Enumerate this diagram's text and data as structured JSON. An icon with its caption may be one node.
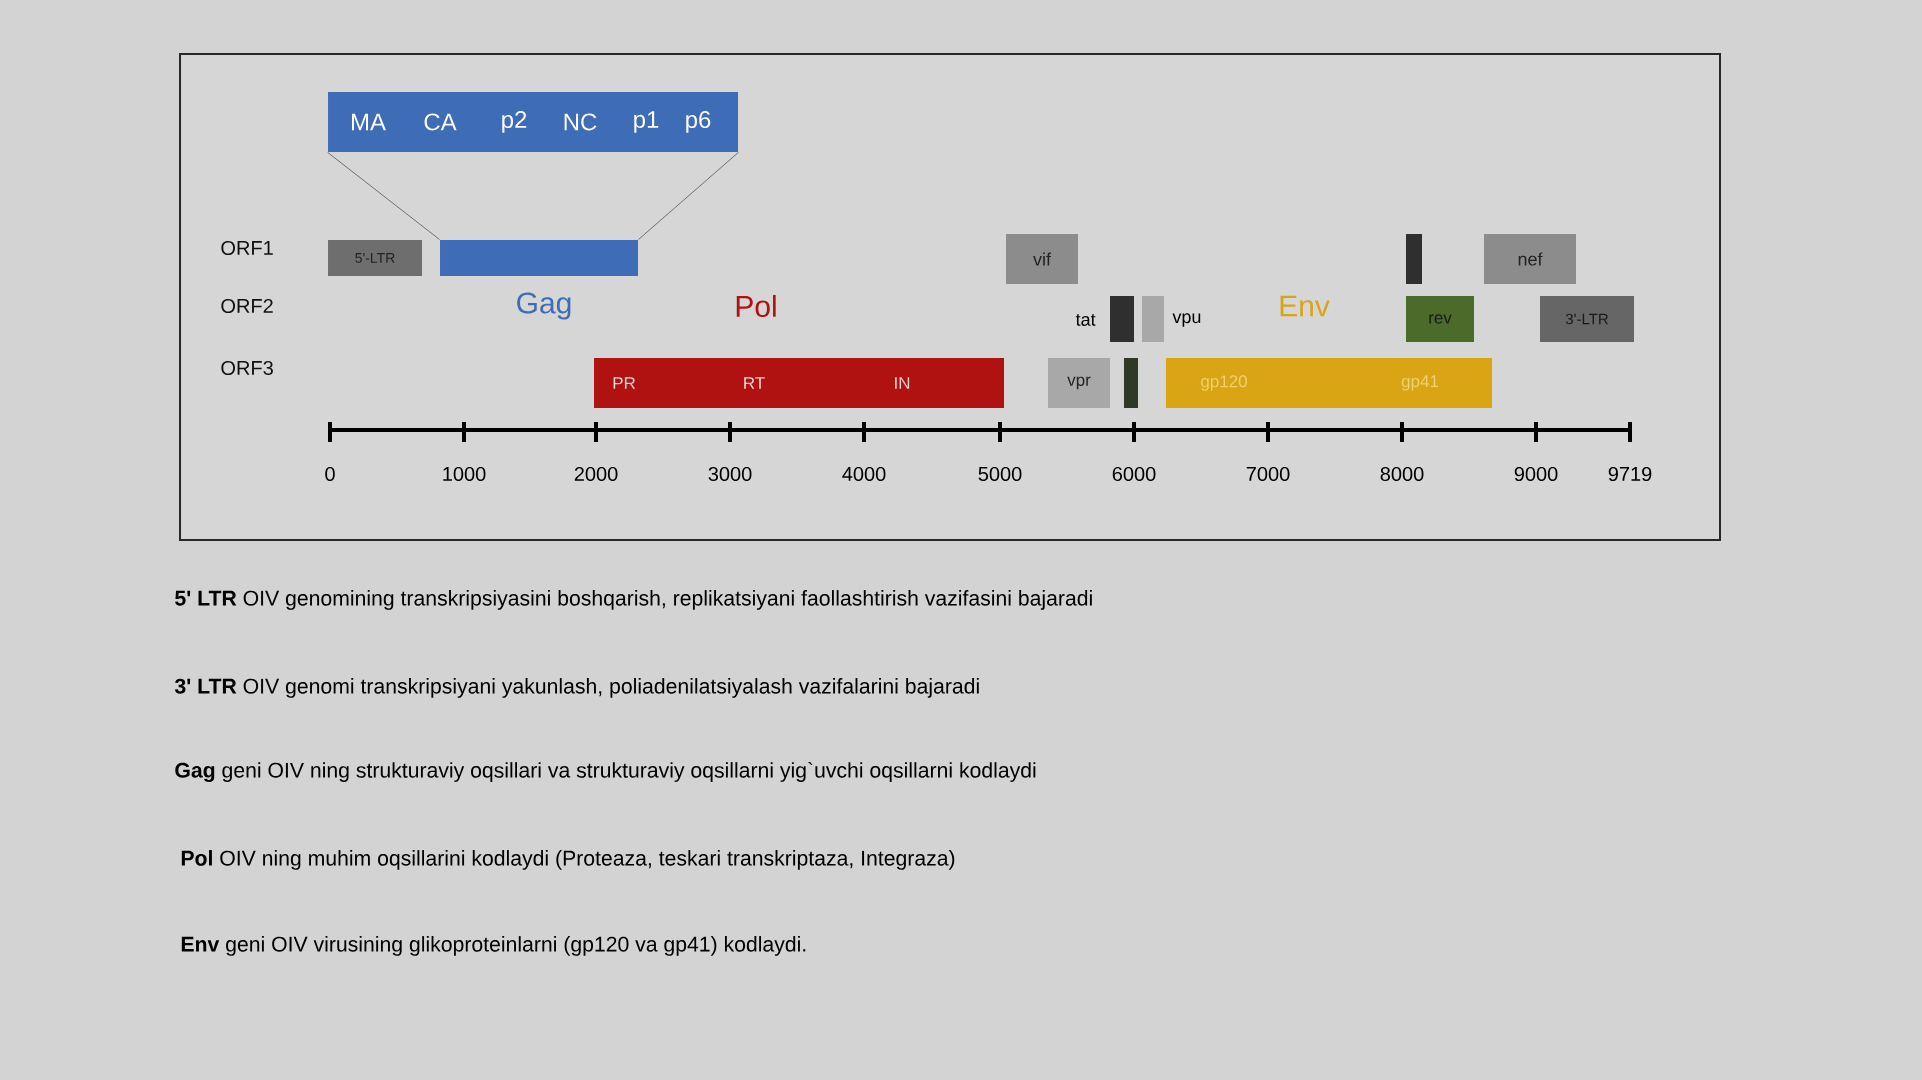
{
  "diagram": {
    "nodes": [
      {
        "text": [
          "MA",
          "CA",
          "p2",
          "NC",
          "p1",
          "p6"
        ]
      },
      {
        "text": [],
        "shape": "bar"
      },
      {
        "text": [
          "5'-LTR"
        ]
      },
      {
        "text": [
          "PR",
          "RT",
          "IN"
        ]
      },
      {
        "text": [
          "vif"
        ]
      },
      {
        "text": [],
        "shape": "bar",
        "beside": [
          "tat"
        ]
      },
      {
        "text": [],
        "shape": "bar",
        "beside": [
          "vpu"
        ]
      },
      {
        "text": [],
        "shape": "bar"
      },
      {
        "text": [
          "rev"
        ]
      },
      {
        "text": [
          "nef"
        ]
      },
      {
        "text": [
          "3'-LTR"
        ]
      },
      {
        "text": [
          "vpr"
        ]
      },
      {
        "text": [],
        "shape": "bar"
      },
      {
        "text": [
          "gp120",
          "gp41"
        ]
      }
    ],
    "edges": [
      {
        "from": 0,
        "to": 1,
        "arrow": "none"
      },
      {
        "from": 0,
        "to": 1,
        "arrow": "none"
      }
    ],
    "labels": [
      "ORF1",
      "ORF2",
      "ORF3",
      "Gag",
      "Pol",
      "Env",
      "0",
      "1000",
      "2000",
      "3000",
      "4000",
      "5000",
      "6000",
      "7000",
      "8000",
      "9000",
      "9719",
      "**5' LTR** OIV genomining transkripsiyasini boshqarish, replikatsiyani faollashtirish vazifasini bajaradi",
      "**3' LTR** OIV genomi transkripsiyani yakunlash, poliadenilatsiyalash vazifalarini bajaradi",
      "**Gag** geni OIV ning strukturaviy oqsillari va strukturaviy oqsillarni yig`uvchi oqsillarni kodlaydi",
      "**Pol** OIV ning muhim oqsillarini kodlaydi (Proteaza, teskari transkriptaza, Integraza)",
      "**Env** geni OIV virusining glikoproteinlarni (gp120 va gp41) kodlaydi."
    ]
  }
}
